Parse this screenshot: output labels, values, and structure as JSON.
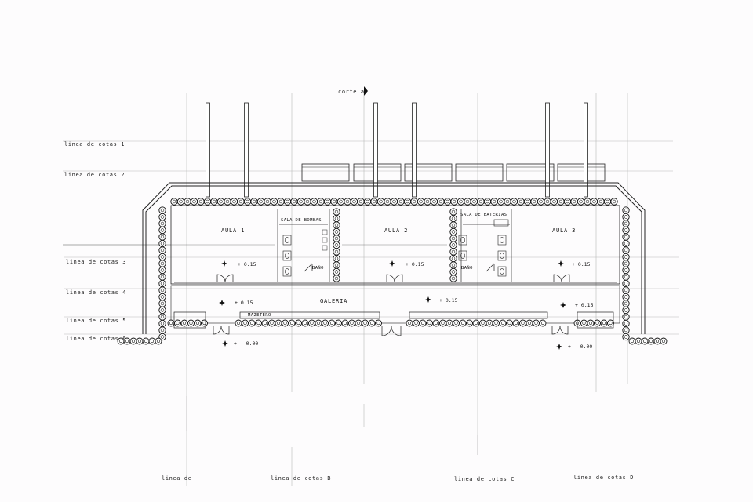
{
  "header": {
    "section_mark": "corte a"
  },
  "dimension_lines_horizontal": [
    "linea de cotas 1",
    "linea de cotas 2",
    "linea de cotas 3",
    "linea de cotas 4",
    "linea de cotas 5",
    "linea de cotas 6"
  ],
  "dimension_lines_vertical": [
    "linea de cotas B",
    "linea de cotas C",
    "linea de cotas D"
  ],
  "partial_label": "linea de",
  "rooms": {
    "aula1": "AULA 1",
    "aula2": "AULA 2",
    "aula3": "AULA 3",
    "galeria": "GALERIA",
    "sala_bombas": "SALA DE BOMBAS",
    "sala_baterias": "SALA DE BATERIAS",
    "bano1": "BAÑO",
    "bano2": "BAÑO",
    "mazetero": "MAZETERO"
  },
  "levels": {
    "aula1": "+ 0.15",
    "aula2": "+ 0.15",
    "aula3": "+ 0.15",
    "galeria_left": "+ 0.15",
    "galeria_mid": "+ 0.15",
    "galeria_right": "+ 0.15",
    "exterior_left": "+ - 0.00",
    "exterior_right": "+ - 0.00"
  }
}
